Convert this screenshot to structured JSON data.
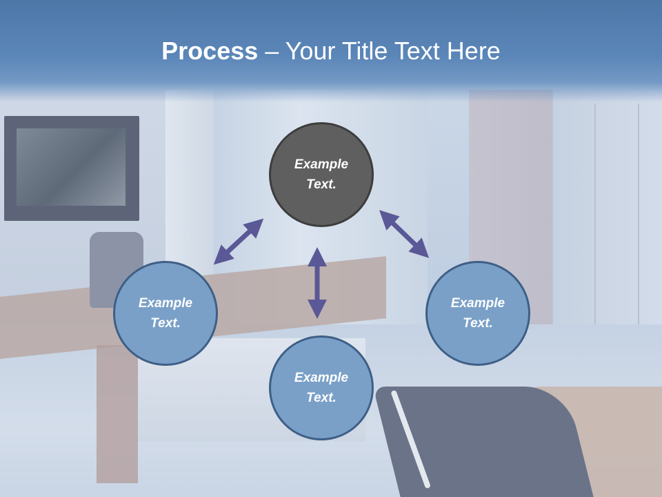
{
  "slide": {
    "title_bold": "Process",
    "title_rest": " – Your Title Text Here"
  },
  "diagram": {
    "nodes": [
      {
        "id": "top",
        "line1": "Example",
        "line2": "Text."
      },
      {
        "id": "left",
        "line1": "Example",
        "line2": "Text."
      },
      {
        "id": "right",
        "line1": "Example",
        "line2": "Text."
      },
      {
        "id": "bottom",
        "line1": "Example",
        "line2": "Text."
      }
    ],
    "colors": {
      "header": "#5b86b8",
      "center_node": "#5f5f5f",
      "outer_node": "#7aa0c8",
      "arrow": "#5a5896"
    }
  }
}
